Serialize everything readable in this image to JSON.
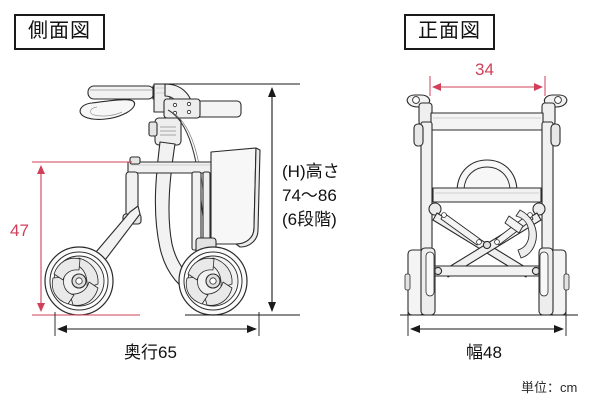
{
  "document": {
    "type": "technical-dimension-drawing",
    "subject": "rollator-walker",
    "unit_note": "単位：cm"
  },
  "views": {
    "side": {
      "label": "側面図",
      "dimensions": {
        "height": {
          "line1": "(H)高さ",
          "line2": "74〜86",
          "line3": "(6段階)",
          "color": "#111111"
        },
        "seat_height": {
          "value": "47",
          "color": "#d04058"
        },
        "depth": {
          "value": "奥行65",
          "color": "#111111"
        }
      }
    },
    "front": {
      "label": "正面図",
      "dimensions": {
        "inner_width": {
          "value": "34",
          "color": "#d04058"
        },
        "width": {
          "value": "幅48",
          "color": "#111111"
        }
      }
    }
  },
  "colors": {
    "line": "#2b2b2b",
    "fill_light": "#f4f4f4",
    "fill_mid": "#e8e8e8",
    "red": "#d04058",
    "background": "#ffffff"
  }
}
